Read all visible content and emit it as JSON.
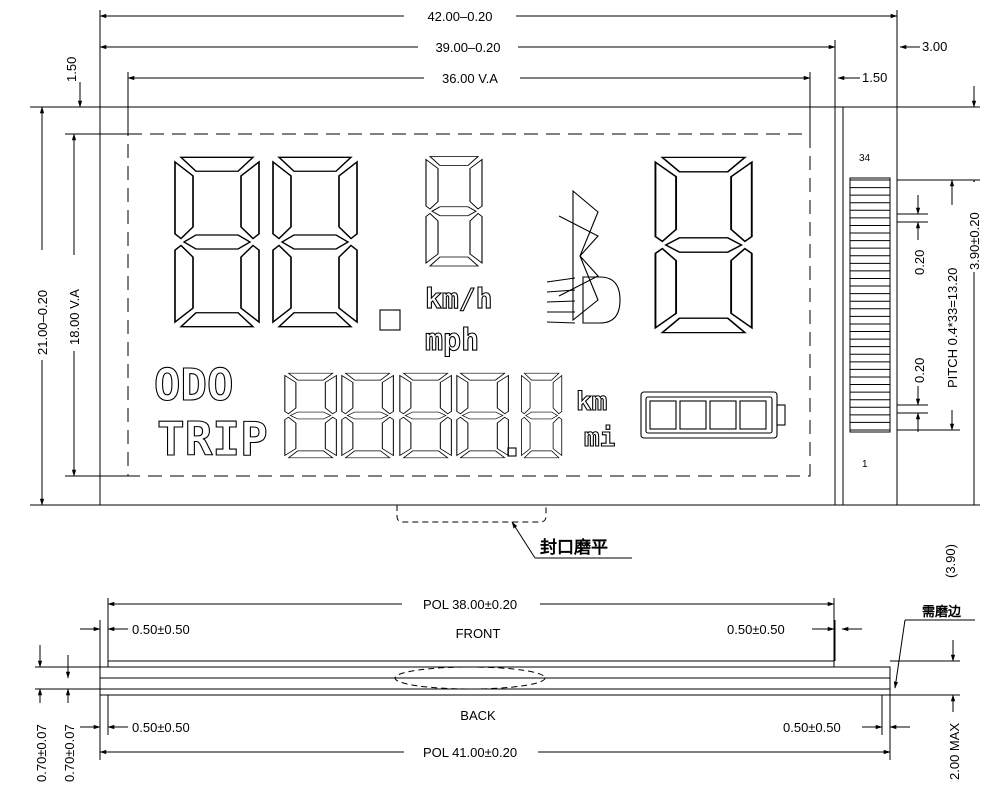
{
  "top_view": {
    "dims": {
      "overall_width": "42.00–0.20",
      "glass_width": "39.00–0.20",
      "view_area_width": "36.00 V.A",
      "right_step": "3.00",
      "left_margin": "1.50",
      "right_margin": "1.50",
      "overall_height": "21.00–0.20",
      "view_area_height": "18.00 V.A",
      "pin_pitch": "PITCH 0.4*33=13.20",
      "pin_width_1": "0.20",
      "pin_width_2": "0.20",
      "connector_height": "3.90±0.20",
      "bottom_ref": "(3.90)"
    },
    "pins": {
      "first": "1",
      "last": "34"
    },
    "segments": {
      "km_h": "km/h",
      "mph": "mph",
      "km": "km",
      "mi": "mi",
      "odo": "ODO",
      "trip": "TRIP"
    },
    "seal_note": "封口磨平"
  },
  "side_view": {
    "pol_front": "POL 38.00±0.20",
    "pol_back": "POL 41.00±0.20",
    "front_label": "FRONT",
    "back_label": "BACK",
    "front_left_offset": "0.50±0.50",
    "front_right_offset": "0.50±0.50",
    "back_left_offset": "0.50±0.50",
    "back_right_offset": "0.50±0.50",
    "thick_1": "0.70±0.07",
    "thick_2": "0.70±0.07",
    "max_height": "2.00 MAX",
    "edge_note": "需磨边"
  }
}
